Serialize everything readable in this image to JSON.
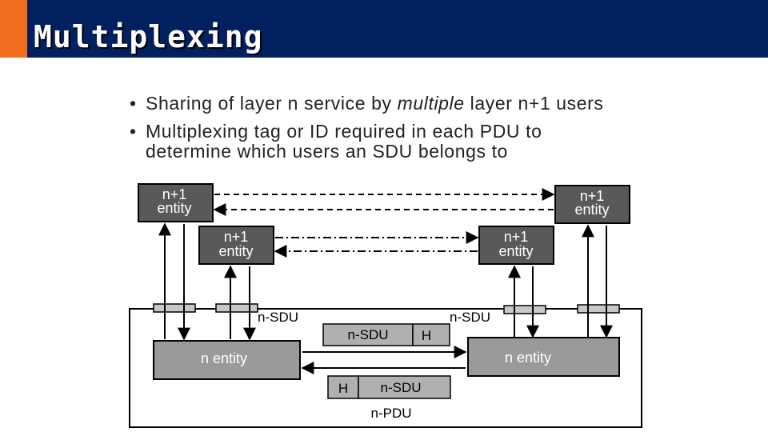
{
  "title": "Multiplexing",
  "bullets": [
    {
      "pre": "Sharing of layer n service by ",
      "em": "multiple",
      "post": " layer n+1 users"
    },
    {
      "pre": "Multiplexing tag or ID required in each PDU to determine which users an SDU belongs to",
      "em": "",
      "post": ""
    }
  ],
  "diagram": {
    "entity_top_left": {
      "line1": "n+1",
      "line2": "entity"
    },
    "entity_top_right": {
      "line1": "n+1",
      "line2": "entity"
    },
    "entity_mid_left": {
      "line1": "n+1",
      "line2": "entity"
    },
    "entity_mid_right": {
      "line1": "n+1",
      "line2": "entity"
    },
    "n_entity_left": "n entity",
    "n_entity_right": "n entity",
    "sdu_label_left": "n-SDU",
    "sdu_label_right": "n-SDU",
    "pdu_top": {
      "sdu": "n-SDU",
      "header": "H"
    },
    "pdu_bottom": {
      "header": "H",
      "sdu": "n-SDU"
    },
    "pdu_caption": "n-PDU",
    "colors": {
      "dark_box": "#595959",
      "light_box": "#b0b0b0",
      "n_entity": "#9a9a9a",
      "header": "#002060",
      "accent": "#f26c1f"
    }
  }
}
